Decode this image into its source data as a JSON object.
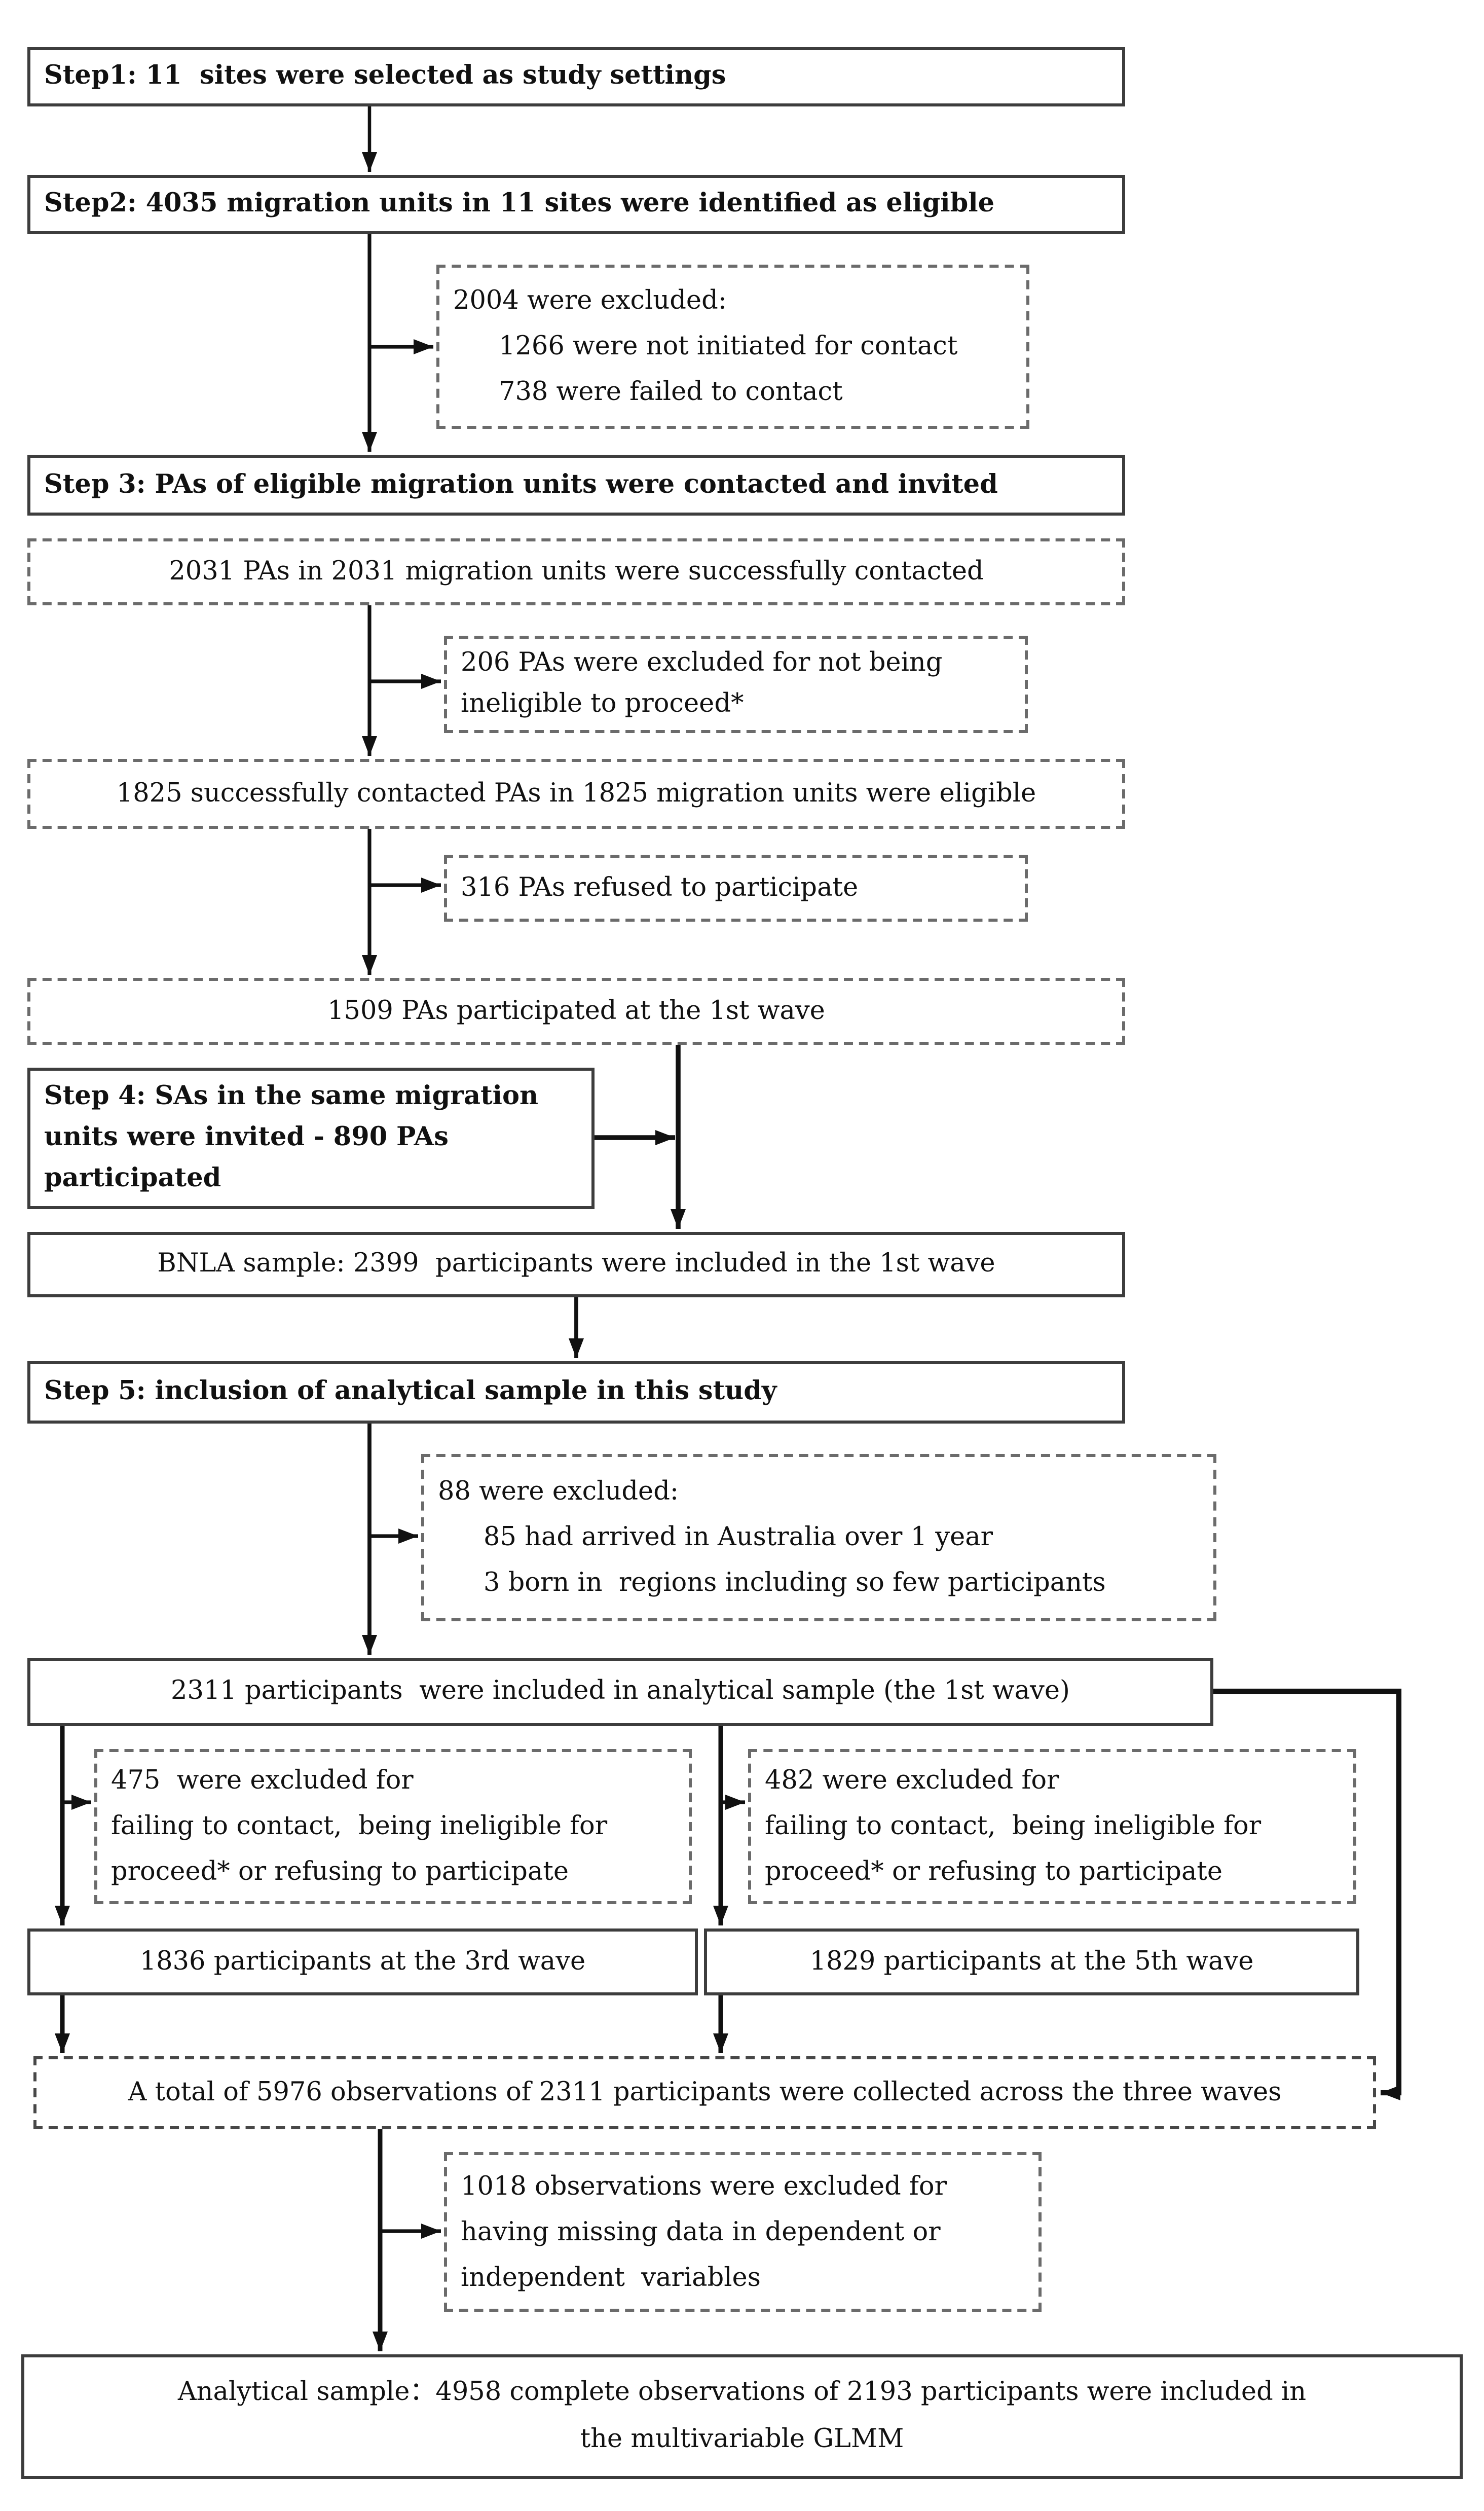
{
  "figure": {
    "title": "Participant flow diagram",
    "type": "flowchart"
  },
  "colors": {
    "background": "#ffffff",
    "box_border_solid": "#3d3d3d",
    "box_border_dashed": "#6b6b6b",
    "arrow": "#111111",
    "text": "#111111"
  },
  "boxes": {
    "step1": {
      "label": "Step1: 11  sites were selected as study settings"
    },
    "step2": {
      "label": "Step2: 4035 migration units in 11 sites were identified as eligible"
    },
    "excluded_2004": {
      "intro": "2004 were excluded:",
      "items": [
        "1266 were not initiated for contact",
        "738 were failed to contact"
      ]
    },
    "step3": {
      "label": "Step 3: PAs of eligible migration units were contacted and invited"
    },
    "contacted_2031": {
      "label": "2031 PAs in 2031 migration units were successfully contacted"
    },
    "excluded_206": {
      "lines": [
        "206 PAs were excluded for not being",
        "ineligible to proceed*"
      ]
    },
    "eligible_1825": {
      "label": "1825 successfully contacted PAs in 1825 migration units were eligible"
    },
    "refused_316": {
      "label": "316 PAs refused to participate"
    },
    "wave1_1509": {
      "label": "1509 PAs participated at the 1st wave"
    },
    "step4": {
      "label": "Step 4: SAs in the same migration units were invited - 890 PAs participated"
    },
    "bnla": {
      "label": "BNLA sample: 2399  participants were included in the 1st wave"
    },
    "step5": {
      "label": "Step 5: inclusion of analytical sample in this study"
    },
    "excluded_88": {
      "intro": "88 were excluded:",
      "items": [
        "85 had arrived in Australia over 1 year",
        "3 born in  regions including so few participants"
      ]
    },
    "analytical_2311": {
      "label": "2311 participants  were included in analytical sample (the 1st wave)"
    },
    "excluded_475": {
      "lines": [
        "475  were excluded for",
        "failing to contact,  being ineligible for",
        "proceed* or refusing to participate"
      ]
    },
    "excluded_482": {
      "lines": [
        "482 were excluded for",
        "failing to contact,  being ineligible for",
        "proceed* or refusing to participate"
      ]
    },
    "wave3_1836": {
      "label": "1836 participants at the 3rd wave"
    },
    "wave5_1829": {
      "label": "1829 participants at the 5th wave"
    },
    "total_5976": {
      "label": "A total of 5976 observations of 2311 participants were collected across the three waves"
    },
    "excluded_1018": {
      "lines": [
        "1018 observations were excluded for",
        "having missing data in dependent or",
        "independent  variables"
      ]
    },
    "final": {
      "lines": [
        "Analytical sample：4958 complete observations of 2193 participants were included in",
        "the multivariable GLMM"
      ]
    }
  }
}
